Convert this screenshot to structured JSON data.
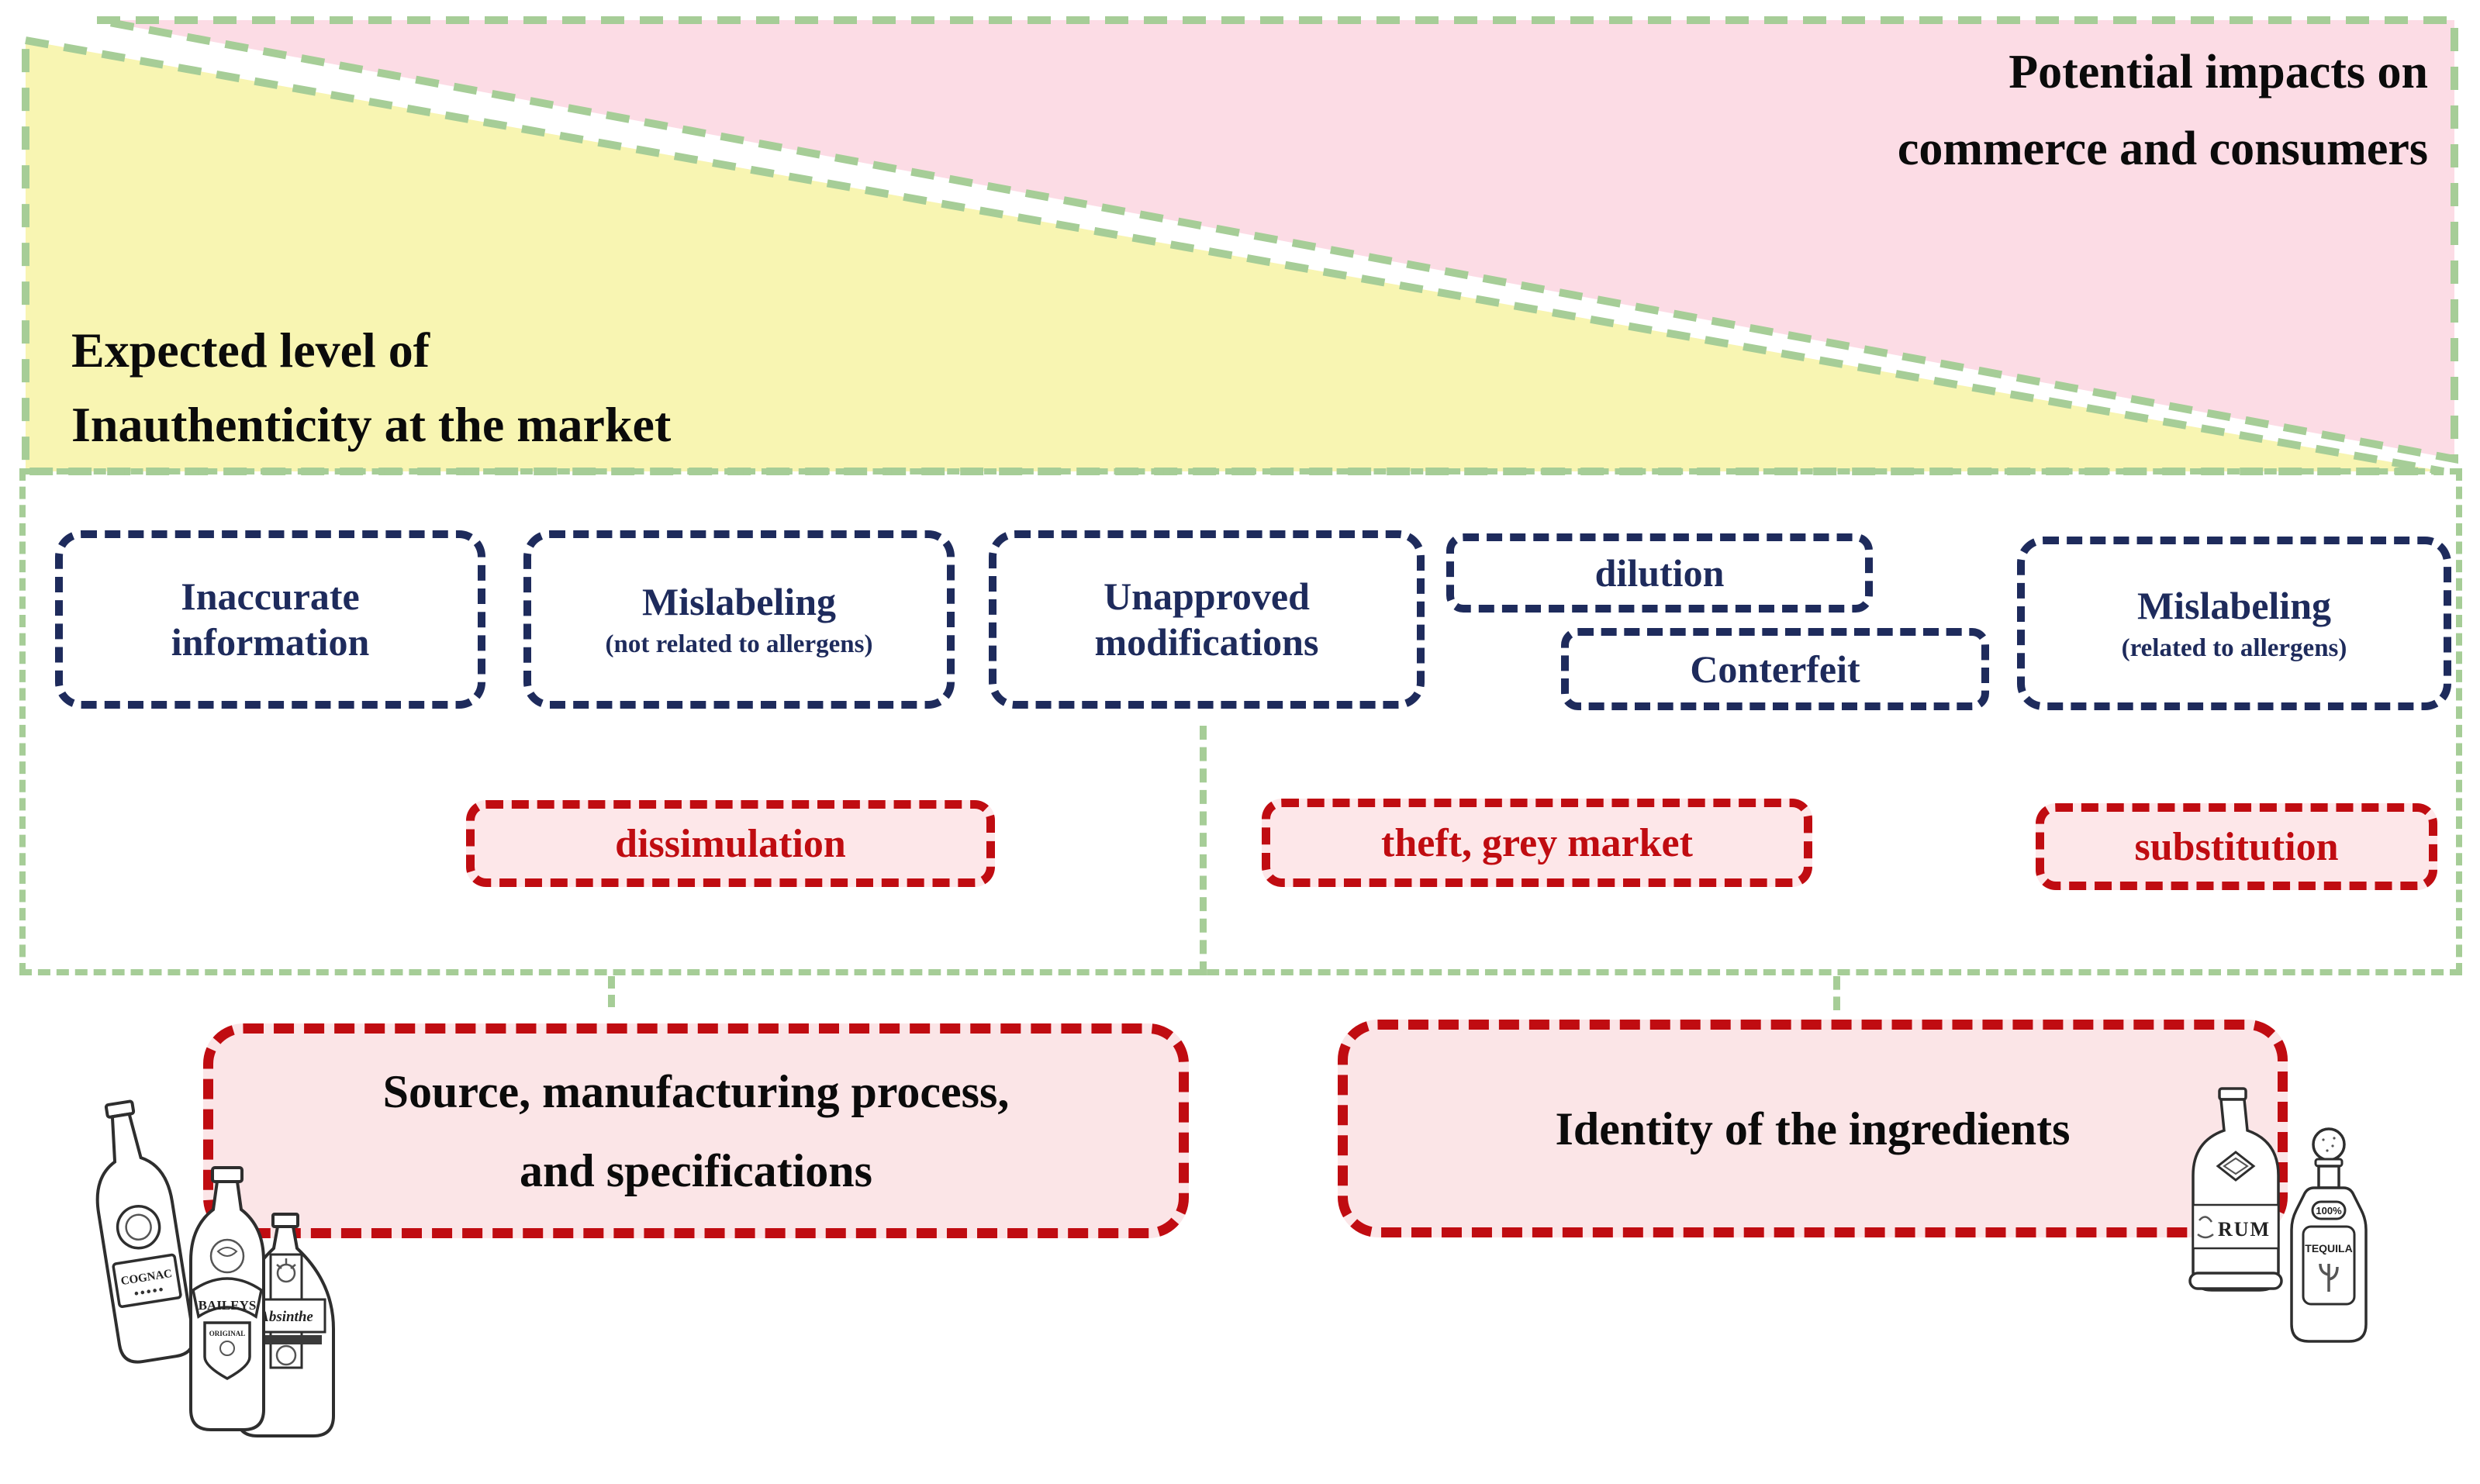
{
  "colors": {
    "dashed_green": "#a6cd97",
    "triangle_yellow": "#f8f5b2",
    "triangle_pink": "#fcdce5",
    "navy": "#1e2b5c",
    "red": "#c00c11",
    "light_pink_fill": "#fde7e9",
    "text_black": "#0b0b0b"
  },
  "header": {
    "impacts_line1": "Potential impacts on",
    "impacts_line2": "commerce and consumers",
    "expected_line1": "Expected level of",
    "expected_line2": "Inauthenticity at the market"
  },
  "middle": {
    "navy_boxes": [
      {
        "label": "Inaccurate information",
        "sublabel": ""
      },
      {
        "label": "Mislabeling",
        "sublabel": "(not related to allergens)"
      },
      {
        "label": "Unapproved modifications",
        "sublabel": ""
      },
      {
        "label": "dilution",
        "sublabel": ""
      },
      {
        "label": "Conterfeit",
        "sublabel": ""
      },
      {
        "label": "Mislabeling",
        "sublabel": "(related to allergens)"
      }
    ],
    "red_boxes": [
      "dissimulation",
      "theft, grey market",
      "substitution"
    ]
  },
  "bottom": {
    "source_line1": "Source, manufacturing process,",
    "source_line2": "and specifications",
    "identity_label": "Identity of the ingredients"
  },
  "illustrations": {
    "left_bottles": {
      "cognac_label": "COGNAC",
      "baileys_label": "BAILEYS",
      "baileys_sublabel": "ORIGINAL",
      "absinthe_label": "Absinthe"
    },
    "right_bottles": {
      "rum_label": "RUM",
      "tequila_label": "TEQUILA",
      "tequila_badge": "100%"
    }
  }
}
